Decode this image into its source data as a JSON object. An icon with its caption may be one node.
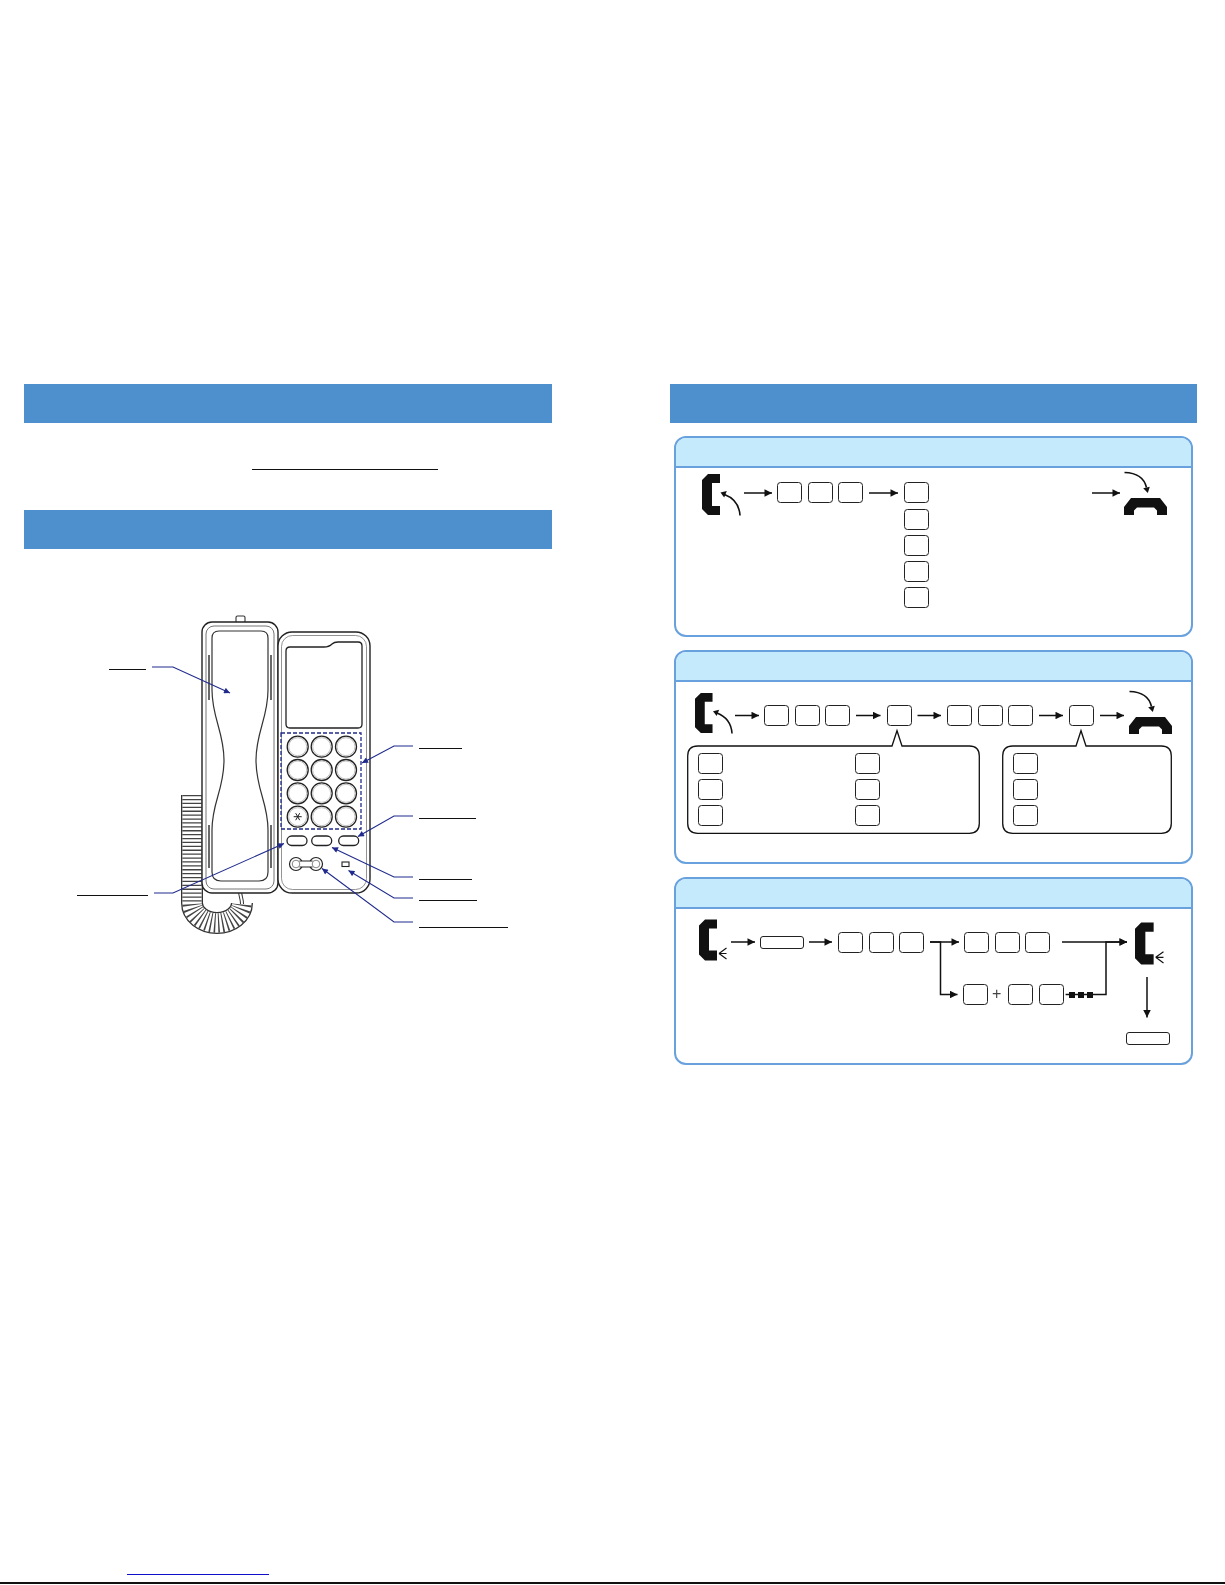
{
  "diagram": {
    "nodes": [
      {
        "text": [],
        "shape": "bar"
      },
      {
        "text": [],
        "shape": "bar"
      },
      {
        "text": [],
        "shape": "line"
      },
      {
        "text": [],
        "shape": "line"
      },
      {
        "text": [],
        "shape": "line"
      },
      {
        "text": [],
        "shape": "line"
      },
      {
        "text": [],
        "shape": "line"
      },
      {
        "text": [],
        "shape": "line"
      },
      {
        "text": [],
        "shape": "line"
      },
      {
        "text": [],
        "shape": "bar"
      },
      {
        "text": [],
        "shape": "box"
      },
      {
        "text": [],
        "shape": "picture",
        "in": 10
      },
      {
        "text": [],
        "shape": "box",
        "in": 10
      },
      {
        "text": [],
        "shape": "box",
        "in": 10
      },
      {
        "text": [],
        "shape": "box",
        "in": 10
      },
      {
        "text": [],
        "shape": "box",
        "in": 10
      },
      {
        "text": [],
        "shape": "box",
        "in": 10
      },
      {
        "text": [],
        "shape": "box",
        "in": 10
      },
      {
        "text": [],
        "shape": "box",
        "in": 10
      },
      {
        "text": [],
        "shape": "box",
        "in": 10
      },
      {
        "text": [],
        "shape": "picture",
        "in": 10
      },
      {
        "text": [],
        "shape": "box"
      },
      {
        "text": [],
        "shape": "picture",
        "in": 21
      },
      {
        "text": [],
        "shape": "box",
        "in": 21
      },
      {
        "text": [],
        "shape": "box",
        "in": 21
      },
      {
        "text": [],
        "shape": "box",
        "in": 21
      },
      {
        "text": [],
        "shape": "box",
        "in": 21
      },
      {
        "text": [],
        "shape": "box",
        "in": 21
      },
      {
        "text": [],
        "shape": "box",
        "in": 21
      },
      {
        "text": [],
        "shape": "box",
        "in": 21
      },
      {
        "text": [],
        "shape": "box",
        "in": 21
      },
      {
        "text": [],
        "shape": "picture",
        "in": 21
      },
      {
        "text": [],
        "shape": "callout",
        "in": 21
      },
      {
        "text": [],
        "shape": "box",
        "in": 32
      },
      {
        "text": [],
        "shape": "box",
        "in": 32
      },
      {
        "text": [],
        "shape": "box",
        "in": 32
      },
      {
        "text": [],
        "shape": "box",
        "in": 32
      },
      {
        "text": [],
        "shape": "box",
        "in": 32
      },
      {
        "text": [],
        "shape": "box",
        "in": 32
      },
      {
        "text": [],
        "shape": "callout",
        "in": 21
      },
      {
        "text": [],
        "shape": "box",
        "in": 39
      },
      {
        "text": [],
        "shape": "box",
        "in": 39
      },
      {
        "text": [],
        "shape": "box",
        "in": 39
      },
      {
        "text": [],
        "shape": "box"
      },
      {
        "text": [],
        "shape": "picture",
        "in": 43
      },
      {
        "text": [],
        "shape": "box",
        "in": 43
      },
      {
        "text": [],
        "shape": "box",
        "in": 43
      },
      {
        "text": [],
        "shape": "box",
        "in": 43
      },
      {
        "text": [],
        "shape": "box",
        "in": 43
      },
      {
        "text": [],
        "shape": "box",
        "in": 43
      },
      {
        "text": [],
        "shape": "box",
        "in": 43
      },
      {
        "text": [],
        "shape": "box",
        "in": 43
      },
      {
        "text": [],
        "shape": "picture",
        "in": 43
      },
      {
        "text": [],
        "shape": "box",
        "in": 43
      },
      {
        "text": [],
        "shape": "box",
        "in": 43
      },
      {
        "text": [],
        "shape": "box",
        "in": 43
      },
      {
        "text": [],
        "shape": "box",
        "in": 43
      }
    ],
    "edges": [
      {
        "from": 2,
        "to": null,
        "arrow": "to",
        "color": "#1f2a8c"
      },
      {
        "from": 3,
        "to": null,
        "arrow": "to",
        "color": "#1f2a8c"
      },
      {
        "from": 4,
        "to": null,
        "arrow": "to",
        "color": "#1f2a8c"
      },
      {
        "from": 5,
        "to": null,
        "arrow": "to",
        "color": "#1f2a8c"
      },
      {
        "from": 6,
        "to": null,
        "arrow": "to",
        "color": "#1f2a8c"
      },
      {
        "from": 7,
        "to": null,
        "arrow": "to",
        "color": "#1f2a8c"
      },
      {
        "from": 8,
        "to": null,
        "arrow": "to",
        "color": "#1f2a8c"
      },
      {
        "from": 11,
        "to": 12,
        "arrow": "to"
      },
      {
        "from": 14,
        "to": 15,
        "arrow": "to"
      },
      {
        "from": null,
        "to": 20,
        "arrow": "to"
      },
      {
        "from": 22,
        "to": 23,
        "arrow": "to"
      },
      {
        "from": 25,
        "to": 26,
        "arrow": "to"
      },
      {
        "from": 26,
        "to": 27,
        "arrow": "to"
      },
      {
        "from": 29,
        "to": 30,
        "arrow": "to"
      },
      {
        "from": 30,
        "to": 31,
        "arrow": "to"
      },
      {
        "from": 44,
        "to": 45,
        "arrow": "to"
      },
      {
        "from": 45,
        "to": 46,
        "arrow": "to"
      },
      {
        "from": 48,
        "to": 49,
        "arrow": "to"
      },
      {
        "from": 48,
        "to": 53,
        "arrow": "to"
      },
      {
        "from": 51,
        "to": 52,
        "arrow": "to"
      },
      {
        "from": 55,
        "to": 52,
        "arrow": "to"
      },
      {
        "from": 52,
        "to": 56,
        "arrow": "to"
      }
    ],
    "labels": [
      "+"
    ]
  }
}
